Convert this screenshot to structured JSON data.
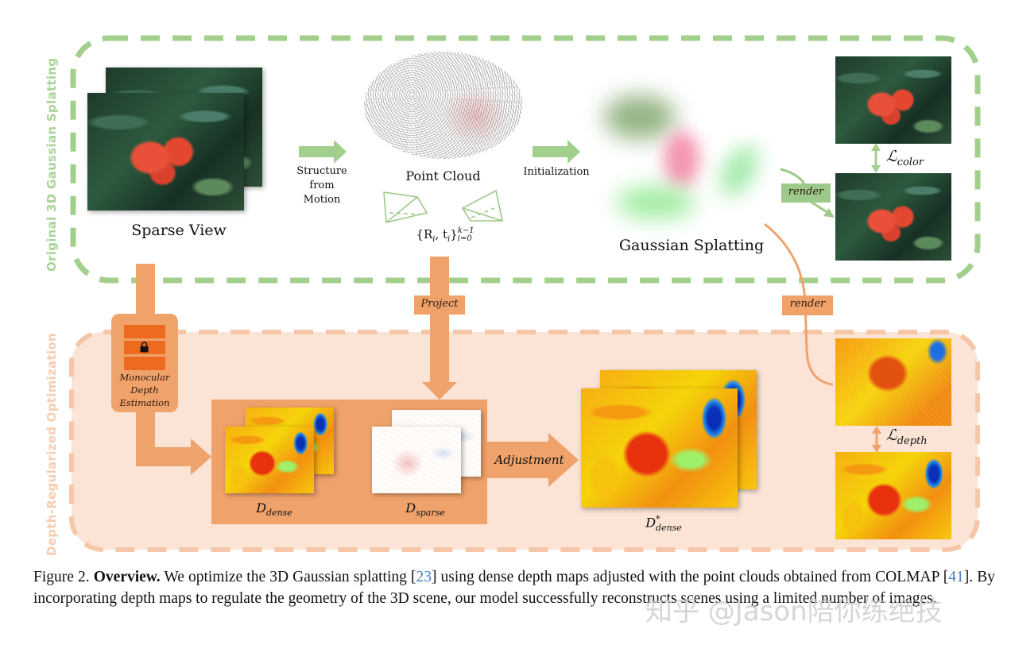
{
  "colors": {
    "green_accent": "#9dc98a",
    "green_dash": "#a3cf8c",
    "orange_accent": "#f0a26b",
    "orange_panel_bg": "#fbe3d5",
    "orange_dash": "#f5c7a8",
    "orange_dark": "#ee6a1e",
    "side_title_green": "#a8d597",
    "side_title_orange": "#f6cdb0",
    "citation_blue": "#4a7fbf"
  },
  "top_section": {
    "side_title": "Original 3D Gaussian Splatting",
    "sparse_view_label": "Sparse View",
    "sfm_label_lines": [
      "Structure",
      "from",
      "Motion"
    ],
    "point_cloud_label": "Point Cloud",
    "camera_pose_label": "{R_i, t_i}_{i=0}^{k-1}",
    "camera_pose_main": "{R",
    "camera_pose_sub_i": "i",
    "camera_pose_mid": ", t",
    "camera_pose_close": "}",
    "camera_pose_sup": "k−1",
    "camera_pose_sub": "i=0",
    "initialization_label": "Initialization",
    "gaussian_splatting_label": "Gaussian Splatting",
    "render_tag": "render",
    "loss_color_symbol": "ℒ",
    "loss_color_sub": "color"
  },
  "bottom_section": {
    "side_title": "Depth-Regularized Optimization",
    "mde_label_lines": [
      "Monocular",
      "Depth",
      "Estimation"
    ],
    "project_tag": "Project",
    "render_tag": "render",
    "d_dense_symbol": "D",
    "d_dense_sub": "dense",
    "d_sparse_symbol": "D",
    "d_sparse_sub": "sparse",
    "adjustment_label": "Adjustment",
    "d_dense_star_symbol": "D",
    "d_dense_star_sup": "*",
    "d_dense_star_sub": "dense",
    "loss_depth_symbol": "ℒ",
    "loss_depth_sub": "depth"
  },
  "caption": {
    "prefix": "Figure 2. ",
    "bold": "Overview.",
    "part1": " We optimize the 3D Gaussian splatting [",
    "cite1": "23",
    "part2": "] using dense depth maps adjusted with the point clouds obtained from COLMAP [",
    "cite2": "41",
    "part3": "]. By incorporating depth maps to regulate the geometry of the 3D scene, our model successfully reconstructs scenes using a limited number of images."
  },
  "watermark": "知乎 @Jason陪你练绝技"
}
